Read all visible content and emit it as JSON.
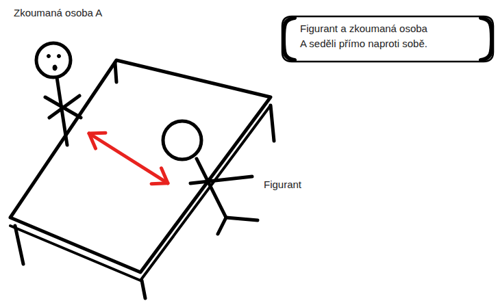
{
  "diagram": {
    "nodes": [
      {
        "text": [
          "Zkoumaná osoba A"
        ]
      },
      {
        "text": [
          "Figurant a zkoumaná osoba A seděli přímo naproti sobě."
        ]
      },
      {
        "text": [
          "Figurant"
        ]
      }
    ],
    "edges": [
      {
        "from": 0,
        "to": 2,
        "arrow": "both"
      }
    ]
  }
}
